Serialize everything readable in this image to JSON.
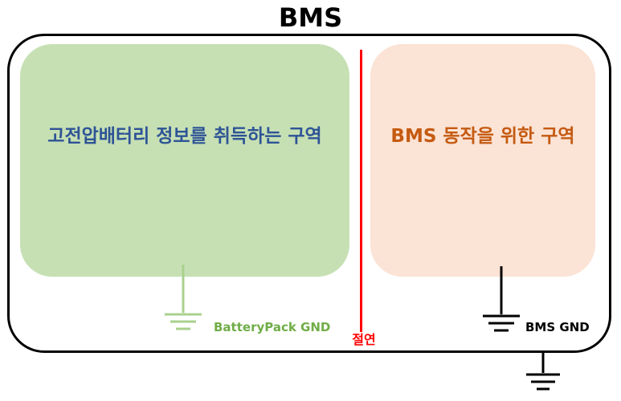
{
  "title": "BMS",
  "zones": {
    "left": {
      "label": "고전압배터리 정보를 취득하는 구역",
      "color": "#c6e0b4",
      "text_color": "#2e5496"
    },
    "right": {
      "label": "BMS 동작을 위한 구역",
      "color": "#fbe3d5",
      "text_color": "#c55a11"
    }
  },
  "divider": {
    "label": "절연",
    "color": "#ff0000"
  },
  "grounds": {
    "battery": {
      "label": "BatteryPack GND",
      "color": "#a9d18e",
      "text_color": "#70ad47",
      "icon": "ground-icon"
    },
    "bms": {
      "label": "BMS GND",
      "color": "#000000",
      "text_color": "#000000",
      "icon": "ground-icon"
    },
    "chassis": {
      "label": "",
      "color": "#000000",
      "icon": "ground-icon"
    }
  }
}
